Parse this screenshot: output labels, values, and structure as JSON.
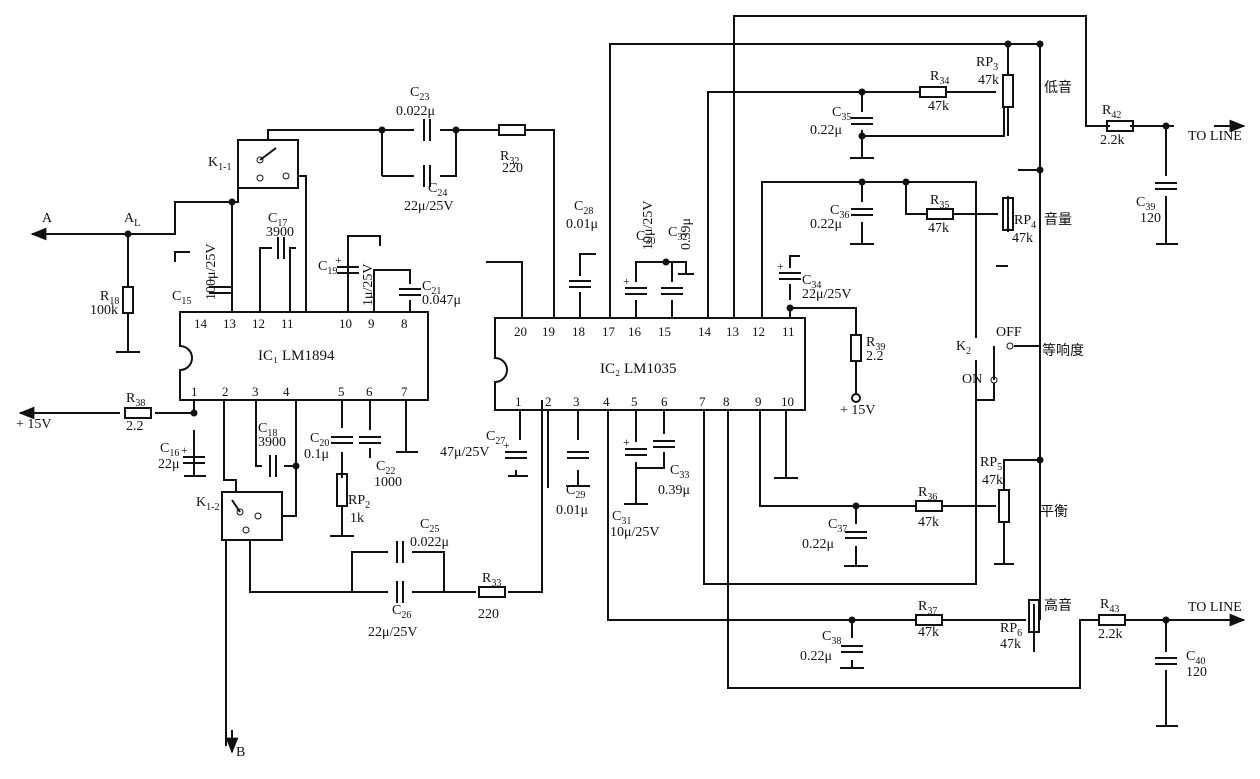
{
  "ic1": {
    "name": "IC₁ LM1894",
    "top_pins": [
      "14",
      "13",
      "12",
      "11",
      "10",
      "9",
      "8"
    ],
    "bottom_pins": [
      "1",
      "2",
      "3",
      "4",
      "5",
      "6",
      "7"
    ]
  },
  "ic2": {
    "name": "IC₂ LM1035",
    "top_pins": [
      "20",
      "19",
      "18",
      "17",
      "16",
      "15",
      "14",
      "13",
      "12",
      "11"
    ],
    "bottom_pins": [
      "1",
      "2",
      "3",
      "4",
      "5",
      "6",
      "7",
      "8",
      "9",
      "10"
    ]
  },
  "ports": {
    "a": "A",
    "al": "A",
    "al_sub": "L",
    "b": "B",
    "plus15_left": "+ 15V",
    "plus15_mid": "+ 15V",
    "to_line_top": "TO LINE",
    "to_line_bottom": "TO LINE"
  },
  "switches": {
    "k1_1": {
      "name": "K",
      "sub": "1-1"
    },
    "k1_2": {
      "name": "K",
      "sub": "1-2"
    },
    "k2": {
      "name": "K",
      "sub": "2"
    },
    "off": "OFF",
    "on": "ON"
  },
  "controls": {
    "bass": "低音",
    "volume": "音量",
    "loudness": "等响度",
    "balance": "平衡",
    "treble": "高音"
  },
  "components": {
    "r18": {
      "n": "R",
      "s": "18",
      "v": "100k"
    },
    "r38": {
      "n": "R",
      "s": "38",
      "v": "2.2"
    },
    "c15": {
      "n": "C",
      "s": "15",
      "v": "100μ/25V"
    },
    "c17": {
      "n": "C",
      "s": "17",
      "v": "3900"
    },
    "c19": {
      "n": "C",
      "s": "19",
      "v": "1μ/25V"
    },
    "c21": {
      "n": "C",
      "s": "21",
      "v": "0.047μ"
    },
    "c23": {
      "n": "C",
      "s": "23",
      "v": "0.022μ"
    },
    "c24": {
      "n": "C",
      "s": "24",
      "v": "22μ/25V"
    },
    "r32": {
      "n": "R",
      "s": "32",
      "v": "220"
    },
    "c16": {
      "n": "C",
      "s": "16",
      "v": "22μ"
    },
    "c18": {
      "n": "C",
      "s": "18",
      "v": "3900"
    },
    "c20": {
      "n": "C",
      "s": "20",
      "v": "0.1μ"
    },
    "c22": {
      "n": "C",
      "s": "22",
      "v": "1000"
    },
    "rp2": {
      "n": "RP",
      "s": "2",
      "v": "1k"
    },
    "c25": {
      "n": "C",
      "s": "25",
      "v": "0.022μ"
    },
    "c26": {
      "n": "C",
      "s": "26",
      "v": "22μ/25V"
    },
    "r33": {
      "n": "R",
      "s": "33",
      "v": "220"
    },
    "c28": {
      "n": "C",
      "s": "28",
      "v": "0.01μ"
    },
    "c30": {
      "n": "C",
      "s": "30",
      "v": "10μ/25V"
    },
    "c32": {
      "n": "C",
      "s": "32",
      "v": "0.39μ"
    },
    "c34": {
      "n": "C",
      "s": "34",
      "v": "22μ/25V"
    },
    "r39": {
      "n": "R",
      "s": "39",
      "v": "2.2"
    },
    "c27": {
      "n": "C",
      "s": "27",
      "v": "47μ/25V"
    },
    "c29": {
      "n": "C",
      "s": "29",
      "v": "0.01μ"
    },
    "c31": {
      "n": "C",
      "s": "31",
      "v": "10μ/25V"
    },
    "c33": {
      "n": "C",
      "s": "33",
      "v": "0.39μ"
    },
    "c35": {
      "n": "C",
      "s": "35",
      "v": "0.22μ"
    },
    "r34": {
      "n": "R",
      "s": "34",
      "v": "47k"
    },
    "rp3": {
      "n": "RP",
      "s": "3",
      "v": "47k"
    },
    "c36": {
      "n": "C",
      "s": "36",
      "v": "0.22μ"
    },
    "r35": {
      "n": "R",
      "s": "35",
      "v": "47k"
    },
    "rp4": {
      "n": "RP",
      "s": "4",
      "v": "47k"
    },
    "c37": {
      "n": "C",
      "s": "37",
      "v": "0.22μ"
    },
    "r36": {
      "n": "R",
      "s": "36",
      "v": "47k"
    },
    "rp5": {
      "n": "RP",
      "s": "5",
      "v": "47k"
    },
    "c38": {
      "n": "C",
      "s": "38",
      "v": "0.22μ"
    },
    "r37": {
      "n": "R",
      "s": "37",
      "v": "47k"
    },
    "rp6": {
      "n": "RP",
      "s": "6",
      "v": "47k"
    },
    "r42": {
      "n": "R",
      "s": "42",
      "v": "2.2k"
    },
    "c39": {
      "n": "C",
      "s": "39",
      "v": "120"
    },
    "r43": {
      "n": "R",
      "s": "43",
      "v": "2.2k"
    },
    "c40": {
      "n": "C",
      "s": "40",
      "v": "120"
    }
  }
}
